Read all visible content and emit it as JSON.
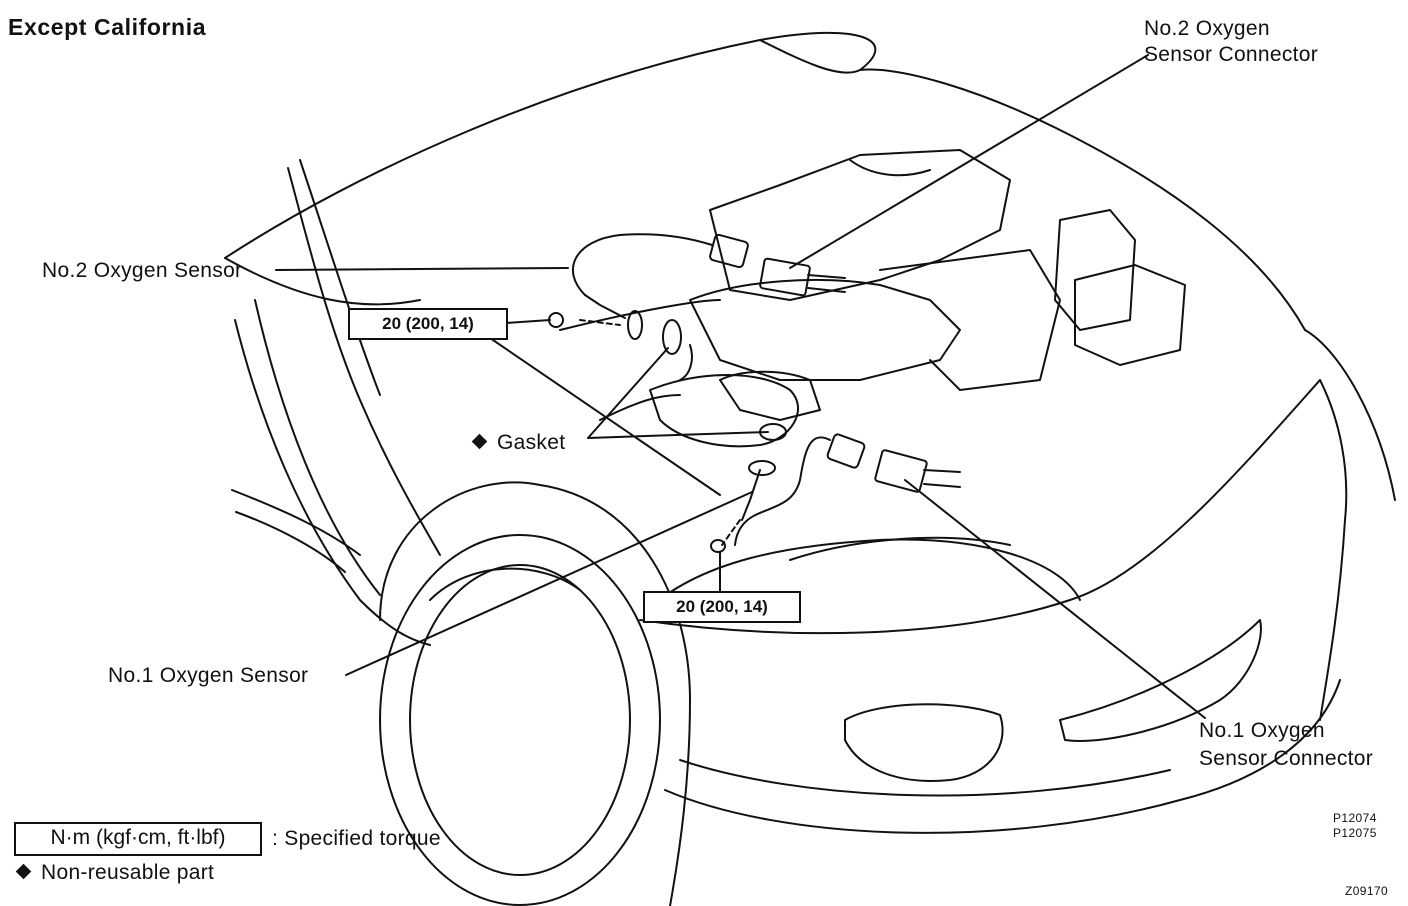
{
  "title": "Except California",
  "labels": {
    "no2_connector_line1": "No.2 Oxygen",
    "no2_connector_line2": "Sensor Connector",
    "no2_sensor": "No.2 Oxygen Sensor",
    "gasket": "Gasket",
    "no1_sensor": "No.1 Oxygen Sensor",
    "no1_connector_line1": "No.1 Oxygen",
    "no1_connector_line2": "Sensor Connector"
  },
  "torque": {
    "upper": "20 (200, 14)",
    "lower": "20 (200, 14)"
  },
  "legend": {
    "unit_box": "N·m (kgf·cm, ft·lbf)",
    "unit_desc": ":  Specified torque",
    "nonreusable": "Non-reusable part"
  },
  "codes": {
    "ref1": "P12074",
    "ref2": "P12075",
    "fig": "Z09170"
  },
  "icons": {
    "nonreusable_marker": "diamond-icon"
  }
}
